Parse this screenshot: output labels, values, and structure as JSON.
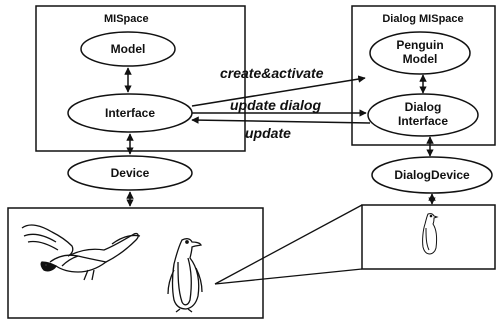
{
  "left_space": {
    "title": "MISpace",
    "model": "Model",
    "interface": "Interface"
  },
  "device": "Device",
  "right_space": {
    "title": "Dialog MISpace",
    "model_line1": "Penguin",
    "model_line2": "Model",
    "interface_line1": "Dialog",
    "interface_line2": "Interface"
  },
  "dialog_device": "DialogDevice",
  "arrows": {
    "create": "create&activate",
    "update_dialog": "update dialog",
    "update": "update"
  },
  "icons": [
    "eagle-icon",
    "penguin-icon",
    "small-penguin-icon"
  ]
}
